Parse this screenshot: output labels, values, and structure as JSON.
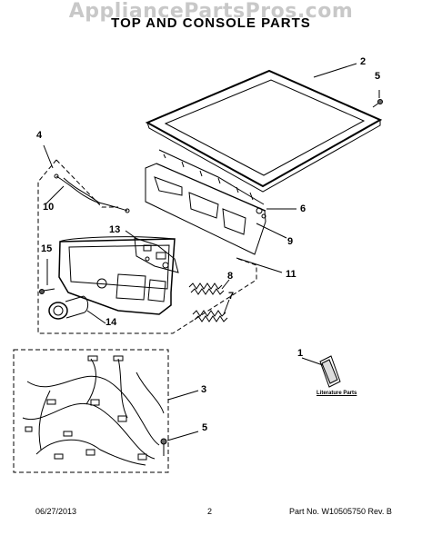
{
  "watermark": "AppliancePartsPros.com",
  "title": "TOP AND CONSOLE PARTS",
  "callouts": {
    "c1": "1",
    "c2": "2",
    "c3": "3",
    "c4": "4",
    "c5a": "5",
    "c5b": "5",
    "c6": "6",
    "c7": "7",
    "c8": "8",
    "c9": "9",
    "c10": "10",
    "c11": "11",
    "c13": "13",
    "c14": "14",
    "c15": "15"
  },
  "literature_label": "Literature Parts",
  "footer": {
    "date": "06/27/2013",
    "page": "2",
    "part": "Part No. W10505750 Rev. B"
  }
}
